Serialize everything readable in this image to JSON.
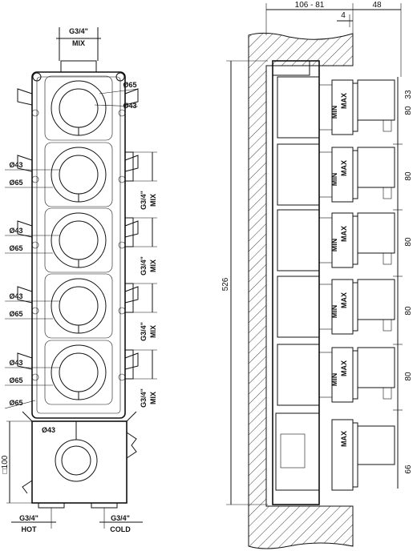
{
  "front_view": {
    "top_inlet_label": "G3/4\"",
    "top_inlet_sub": "MIX",
    "dia_large": "Ø65",
    "dia_small": "Ø43",
    "outlet_label": "G3/4\"",
    "outlet_sub": "MIX",
    "square_label": "□100",
    "hot_thread": "G3/4\"",
    "hot_label": "HOT",
    "cold_thread": "G3/4\"",
    "cold_label": "COLD"
  },
  "side_view": {
    "dim_depth": "106 - 81",
    "dim_trim": "48",
    "dim_gap": "4",
    "dim_height": "526",
    "dim_first": "33",
    "dim_pitch": "80",
    "dim_bottom": "66",
    "min_label": "MIN",
    "max_label": "MAX"
  }
}
